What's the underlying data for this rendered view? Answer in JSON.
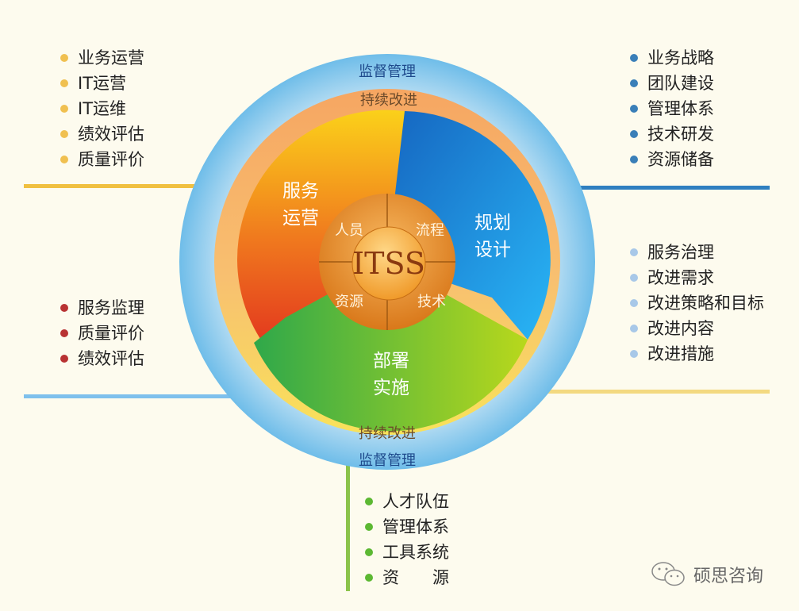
{
  "diagram": {
    "center_label": "ITSS",
    "core_quadrants": [
      "人员",
      "流程",
      "资源",
      "技术"
    ],
    "outer_ring_label": "监督管理",
    "inner_ring_label": "持续改进",
    "segments": [
      {
        "id": "service-operation",
        "lines": [
          "服务",
          "运营"
        ],
        "color": "#f07a1e"
      },
      {
        "id": "planning-design",
        "lines": [
          "规划",
          "设计"
        ],
        "color": "#1e88d8"
      },
      {
        "id": "deployment",
        "lines": [
          "部署",
          "实施"
        ],
        "color": "#5cb832"
      }
    ]
  },
  "lists": {
    "top_left": {
      "color": "#f0c050",
      "items": [
        "业务运营",
        "IT运营",
        "IT运维",
        "绩效评估",
        "质量评价"
      ]
    },
    "top_right": {
      "color": "#3a7fb8",
      "items": [
        "业务战略",
        "团队建设",
        "管理体系",
        "技术研发",
        "资源储备"
      ]
    },
    "middle_right": {
      "color": "#a8c8e8",
      "items": [
        "服务治理",
        "改进需求",
        "改进策略和目标",
        "改进内容",
        "改进措施"
      ]
    },
    "middle_left": {
      "color": "#b83232",
      "items": [
        "服务监理",
        "质量评价",
        "绩效评估"
      ]
    },
    "bottom": {
      "color": "#5cb832",
      "items": [
        "人才队伍",
        "管理体系",
        "工具系统",
        "资　　源"
      ]
    }
  },
  "watermark": {
    "text": "硕思咨询",
    "icon": "wechat-icon"
  }
}
